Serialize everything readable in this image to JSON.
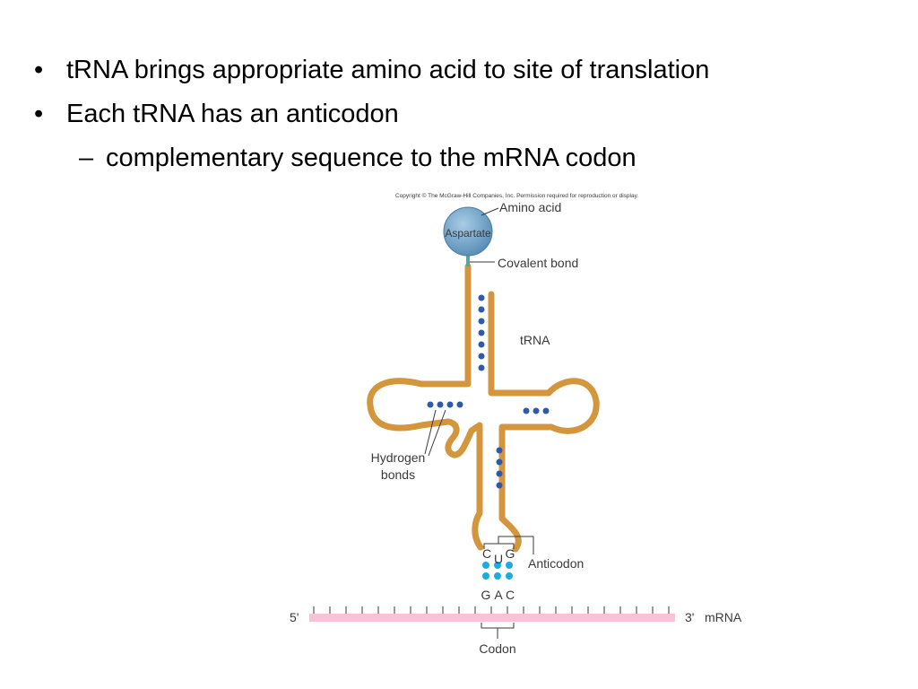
{
  "bullets": [
    {
      "marker": "•",
      "text": "tRNA brings appropriate amino acid to site of translation"
    },
    {
      "marker": "•",
      "text": "Each tRNA has an anticodon"
    }
  ],
  "sub_bullet": {
    "marker": "–",
    "text": "complementary sequence to the mRNA codon"
  },
  "figure": {
    "copyright": "Copyright © The McGraw-Hill Companies, Inc. Permission required for reproduction or display.",
    "amino_acid_name": "Aspartate",
    "labels": {
      "amino_acid": "Amino acid",
      "covalent_bond": "Covalent bond",
      "trna": "tRNA",
      "hydrogen_bonds_1": "Hydrogen",
      "hydrogen_bonds_2": "bonds",
      "anticodon": "Anticodon",
      "codon": "Codon",
      "five_prime": "5'",
      "three_prime": "3'",
      "mrna": "mRNA"
    },
    "anticodon_bases": [
      "C",
      "U",
      "G"
    ],
    "codon_bases": [
      "G",
      "A",
      "C"
    ],
    "colors": {
      "trna_strand": "#d4963c",
      "hydrogen_bond_dots": "#2f5aa8",
      "codon_pair_dots": "#1eaae2",
      "mrna": "#f5c4d6",
      "amino_acid_ball": "#5b8fb8",
      "covalent_bond": "#5aa59a"
    }
  }
}
